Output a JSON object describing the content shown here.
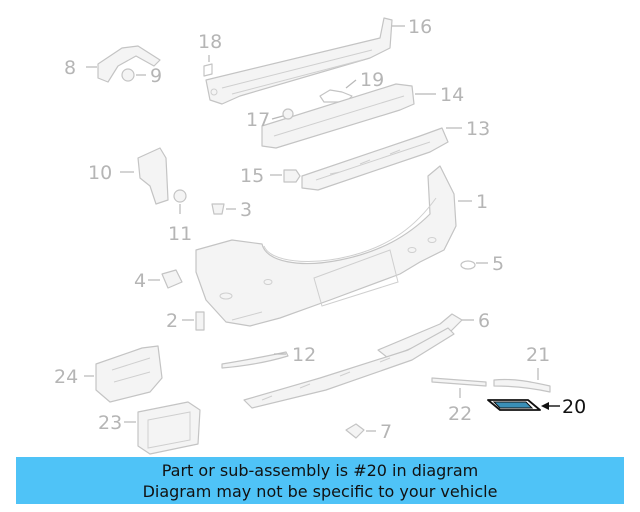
{
  "callouts": {
    "c1": "1",
    "c2": "2",
    "c3": "3",
    "c4": "4",
    "c5": "5",
    "c6": "6",
    "c7": "7",
    "c8": "8",
    "c9": "9",
    "c10": "10",
    "c11": "11",
    "c12": "12",
    "c13": "13",
    "c14": "14",
    "c15": "15",
    "c16": "16",
    "c17": "17",
    "c18": "18",
    "c19": "19",
    "c20": "20",
    "c21": "21",
    "c22": "22",
    "c23": "23",
    "c24": "24"
  },
  "highlight": {
    "part_number": "20",
    "color": "#3a8fb7"
  },
  "banner": {
    "line1": "Part or sub-assembly is #20 in diagram",
    "line2": "Diagram may not be specific to your vehicle",
    "background": "#4fc3f7"
  }
}
